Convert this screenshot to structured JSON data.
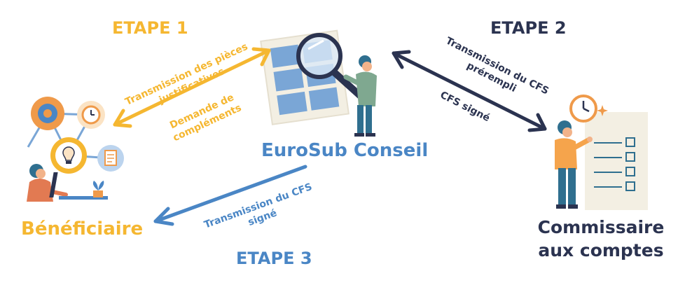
{
  "colors": {
    "yellow": "#f5b731",
    "navy": "#2b3350",
    "blue": "#4a86c5",
    "orange": "#ef9a4a",
    "teal": "#2f6f8f",
    "paper": "#f3efe3"
  },
  "steps": {
    "step1": "ETAPE 1",
    "step2": "ETAPE 2",
    "step3": "ETAPE 3"
  },
  "actors": {
    "beneficiary": "Bénéficiaire",
    "eurosub": "EuroSub Conseil",
    "auditor_line1": "Commissaire",
    "auditor_line2": "aux comptes"
  },
  "arrows": {
    "step1_forward_line1": "Transmission des pièces",
    "step1_forward_line2": "justificatives",
    "step1_back_line1": "Demande de",
    "step1_back_line2": "compléments",
    "step2_forward_line1": "Transmission du CFS",
    "step2_forward_line2": "prérempli",
    "step2_back": "CFS signé",
    "step3_line1": "Transmission du CFS",
    "step3_line2": "signé"
  },
  "icons": {
    "beneficiary": [
      "gear-icon",
      "clock-icon",
      "lightbulb-icon",
      "document-icon",
      "laptop-icon",
      "plant-icon"
    ],
    "eurosub": [
      "magnifier-icon",
      "window-icon"
    ],
    "auditor": [
      "clock-icon",
      "checklist-icon"
    ]
  }
}
